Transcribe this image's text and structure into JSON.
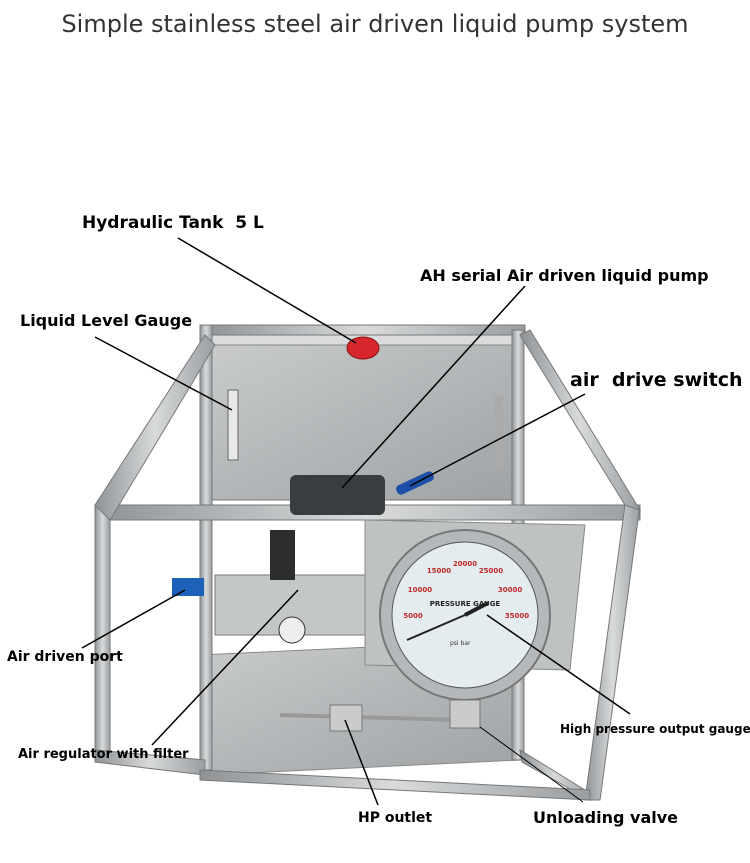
{
  "title": "Simple stainless steel air driven liquid pump system",
  "labels": {
    "hydraulic_tank": "Hydraulic Tank  5 L",
    "pump": "AH serial Air driven liquid pump",
    "level_gauge": "Liquid Level Gauge",
    "air_switch": "air  drive switch",
    "air_port": "Air driven port",
    "regulator": "Air regulator with filter",
    "hp_gauge": "High pressure output gauge",
    "hp_outlet": "HP outlet",
    "unloading_valve": "Unloading valve"
  },
  "gauge": {
    "heading": "PRESSURE GAUGE",
    "ticks": [
      "5000",
      "10000",
      "15000",
      "20000",
      "25000",
      "30000",
      "35000"
    ],
    "units": "psi bar"
  },
  "colors": {
    "steel": "#b9bcbe",
    "cap": "#d7262c",
    "valve_handle": "#1d4fa8",
    "text": "#000000",
    "title": "#333333"
  }
}
